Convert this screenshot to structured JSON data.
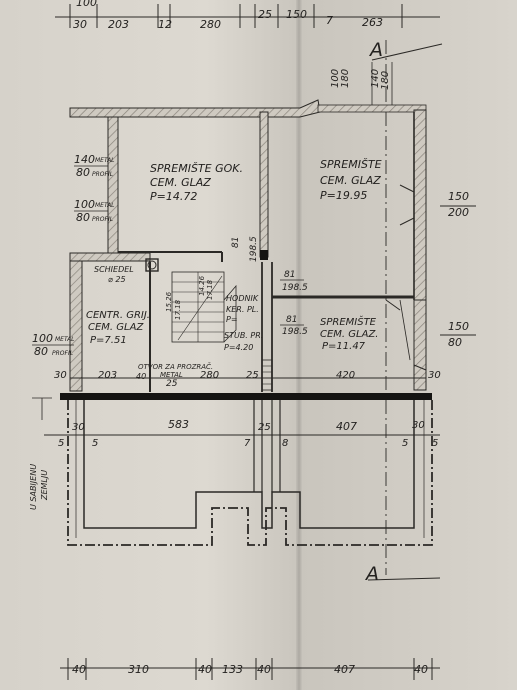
{
  "colors": {
    "paper": "#d8d4cc",
    "ink": "#23211f",
    "wall_hatch": "#8a847c",
    "slab": "#151412"
  },
  "top_dims": [
    "100",
    "30",
    "203",
    "12",
    "280",
    "25",
    "150",
    "7",
    "263"
  ],
  "section_marker": {
    "letter": "A"
  },
  "right_dims": {
    "d100_180_a": "100",
    "d100_180_b": "180",
    "d140_180_a": "140",
    "d140_180_b": "180",
    "d150_200_a": "150",
    "d150_200_b": "200",
    "d150_80_a": "150",
    "d150_80_b": "80"
  },
  "left_notes": {
    "n1_a": "140",
    "n1_meta": "METAL",
    "n1_b": "80",
    "n1_prof": "PROFIL",
    "n2_a": "100",
    "n2_meta": "METAL",
    "n2_b": "80",
    "n2_prof": "PROFIL",
    "n3_a": "100",
    "n3_meta": "METAL",
    "n3_b": "80",
    "n3_prof": "PROFIL"
  },
  "rooms": {
    "storage_left": {
      "name": "SPREMIŠTE GOK.",
      "floor": "CEM. GLAZ",
      "area": "P=14.72"
    },
    "storage_right": {
      "name": "SPREMIŠTE",
      "floor": "CEM. GLAZ",
      "area": "P=19.95"
    },
    "heating": {
      "name": "CENTR. GRIJ.",
      "floor": "CEM. GLAZ",
      "area": "P=7.51"
    },
    "storage_small": {
      "name": "SPREMIŠTE",
      "floor": "CEM. GLAZ.",
      "area": "P=11.47"
    },
    "corridor": {
      "name": "HODNIK",
      "floor": "KER. PL.",
      "area": "P="
    },
    "stair": {
      "name": "STUB. PR.",
      "area": "P=4.20"
    }
  },
  "chimney": {
    "label": "SCHIEDEL",
    "size": "⌀ 25"
  },
  "stair_dims": [
    "15.26",
    "14.26",
    "17.18",
    "17.18"
  ],
  "door_dims": [
    "81",
    "198.5",
    "81",
    "198.5",
    "81",
    "198.5"
  ],
  "vent_note": {
    "label": "OTVOR ZA PROZRAČ.",
    "metal": "METAL",
    "size": "25",
    "dim": "40"
  },
  "row_dims": [
    "30",
    "203",
    "280",
    "25",
    "420",
    "30"
  ],
  "lower_dims": [
    "30",
    "5",
    "5",
    "583",
    "7",
    "25",
    "8",
    "407",
    "5",
    "30",
    "5"
  ],
  "side_note": [
    "U SABIJENU",
    "ZEMLJU"
  ],
  "bottom_dims": [
    "40",
    "310",
    "40",
    "133",
    "40",
    "407",
    "40"
  ]
}
